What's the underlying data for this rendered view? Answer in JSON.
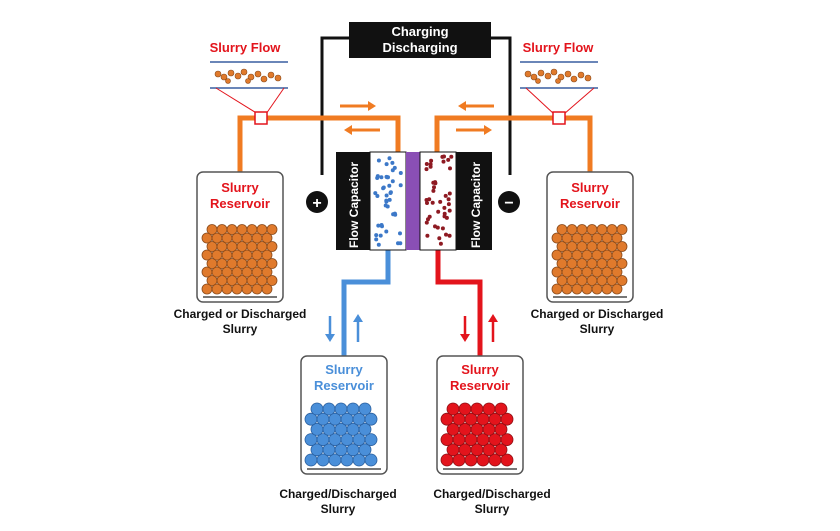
{
  "power_box": {
    "line1": "Charging",
    "line2": "Discharging"
  },
  "left_flow_label": "Slurry Flow",
  "right_flow_label": "Slurry Flow",
  "left_cell_label": "Flow Capacitor",
  "right_cell_label": "Flow Capacitor",
  "positive_sign": "+",
  "negative_sign": "−",
  "reservoirs": {
    "left": {
      "line1": "Slurry",
      "line2": "Reservoir",
      "caption1": "Charged or Discharged",
      "caption2": "Slurry",
      "color": "#e07a2c"
    },
    "right": {
      "line1": "Slurry",
      "line2": "Reservoir",
      "caption1": "Charged or Discharged",
      "caption2": "Slurry",
      "color": "#e07a2c"
    },
    "blue": {
      "line1": "Slurry",
      "line2": "Reservoir",
      "caption1": "Charged/Discharged",
      "caption2": "Slurry",
      "color": "#4a8fd9"
    },
    "red": {
      "line1": "Slurry",
      "line2": "Reservoir",
      "caption1": "Charged/Discharged",
      "caption2": "Slurry",
      "color": "#e3141c"
    }
  },
  "colors": {
    "orange_pipe": "#f07b22",
    "blue_pipe": "#4a8fd9",
    "red_pipe": "#e3141c",
    "membrane": "#8a4fb5"
  }
}
